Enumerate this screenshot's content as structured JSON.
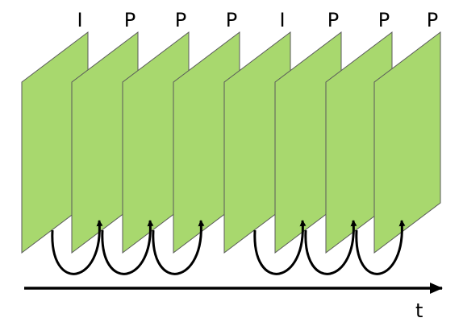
{
  "diagram": {
    "frames": [
      {
        "label": "I"
      },
      {
        "label": "P"
      },
      {
        "label": "P"
      },
      {
        "label": "P"
      },
      {
        "label": "I"
      },
      {
        "label": "P"
      },
      {
        "label": "P"
      },
      {
        "label": "P"
      }
    ],
    "references": [
      {
        "from_frame": 1,
        "to_frame": 2
      },
      {
        "from_frame": 2,
        "to_frame": 3
      },
      {
        "from_frame": 3,
        "to_frame": 4
      },
      {
        "from_frame": 5,
        "to_frame": 6
      },
      {
        "from_frame": 6,
        "to_frame": 7
      },
      {
        "from_frame": 7,
        "to_frame": 8
      }
    ],
    "time_axis_label": "t",
    "colors": {
      "frame_fill": "#a8d86e",
      "frame_stroke": "#5a5a5a",
      "arrow": "#000000"
    }
  }
}
